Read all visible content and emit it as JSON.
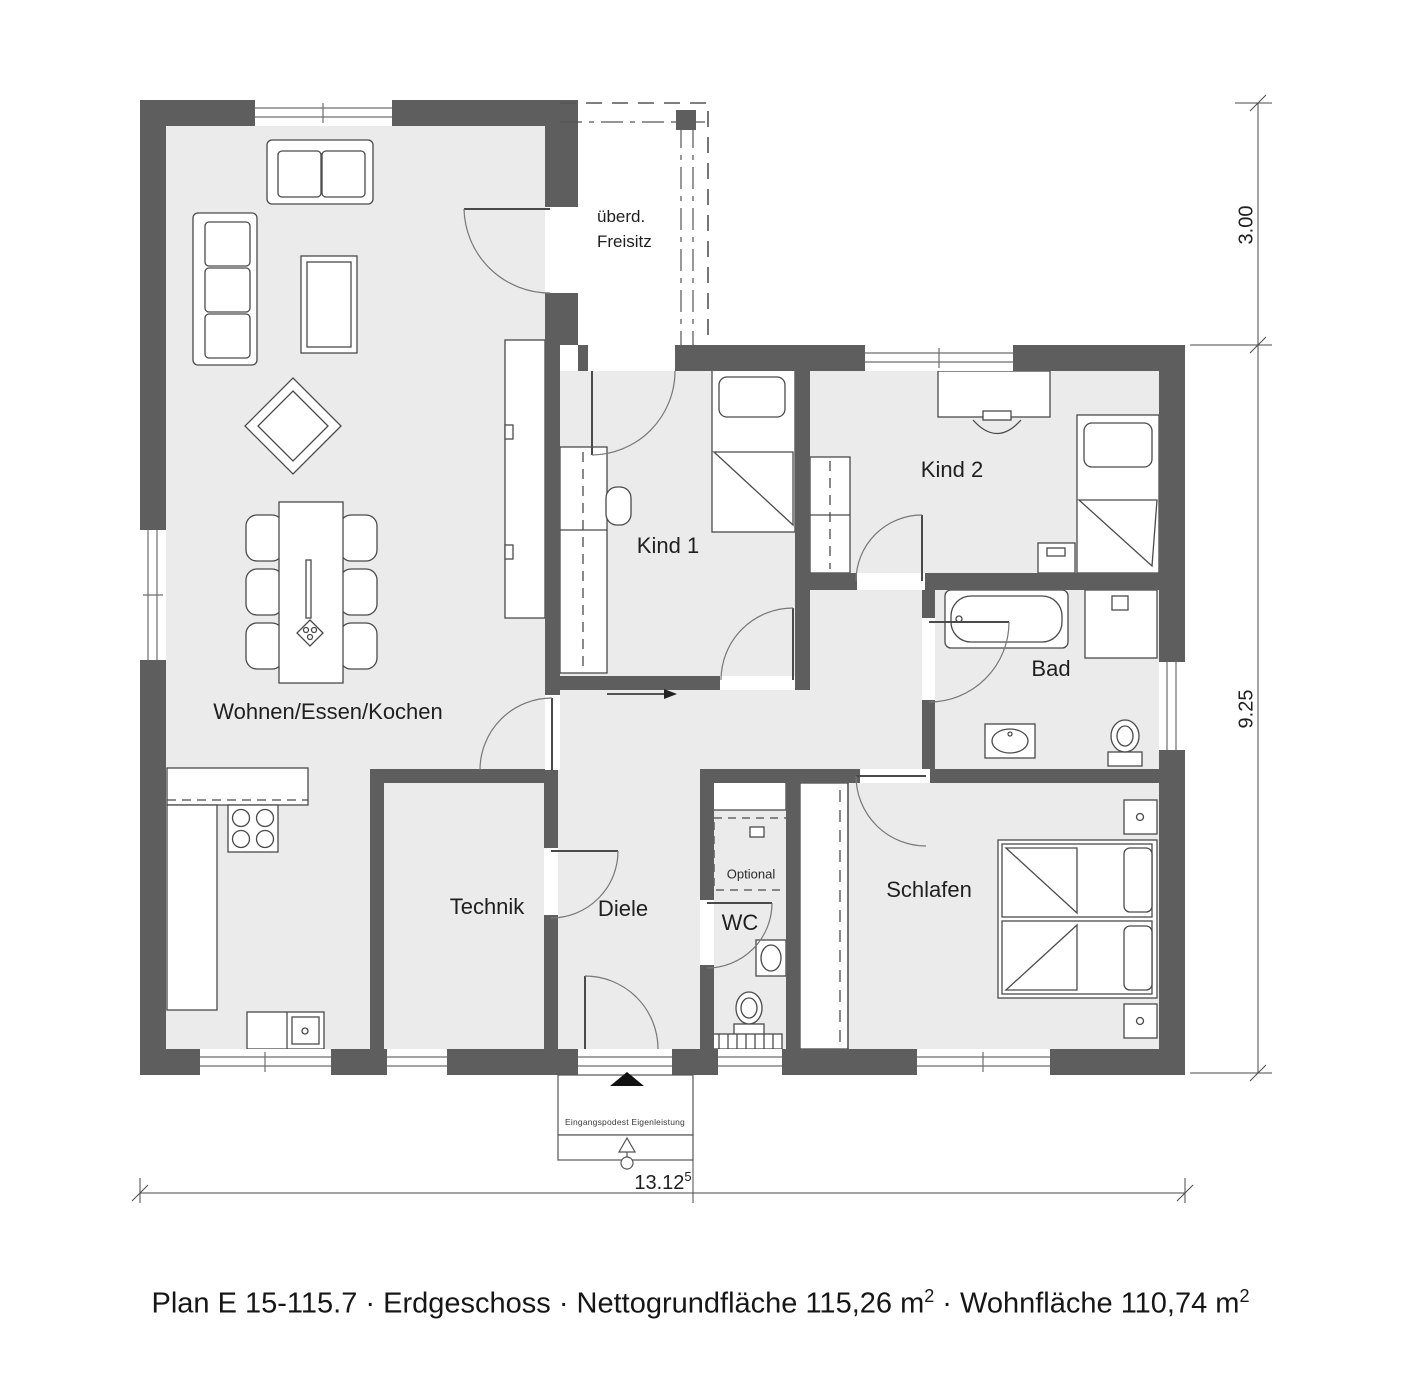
{
  "floorplan": {
    "rooms": {
      "living": {
        "label": "Wohnen/Essen/Kochen"
      },
      "kind1": {
        "label": "Kind 1"
      },
      "kind2": {
        "label": "Kind 2"
      },
      "bad": {
        "label": "Bad"
      },
      "technik": {
        "label": "Technik"
      },
      "diele": {
        "label": "Diele"
      },
      "wc": {
        "label": "WC"
      },
      "schlafen": {
        "label": "Schlafen"
      },
      "freisitz": {
        "label_line1": "überd.",
        "label_line2": "Freisitz"
      },
      "optional": {
        "label": "Optional"
      }
    },
    "annotations": {
      "entrance_platform": "Eingangspodest Eigenleistung"
    },
    "dimensions": {
      "freisitz_depth": "3.00",
      "house_depth": "9.25",
      "house_width": "13.12",
      "house_width_sup": "5"
    },
    "colors": {
      "wall": "#5e5e5e",
      "floor": "#ebebeb",
      "line": "#4a4a4a"
    }
  },
  "caption": {
    "part1": "Plan E 15-115.7 · Erdgeschoss · Nettogrundfläche 115,26 m",
    "sup1": "2",
    "part2": " · Wohnfläche 110,74 m",
    "sup2": "2"
  }
}
